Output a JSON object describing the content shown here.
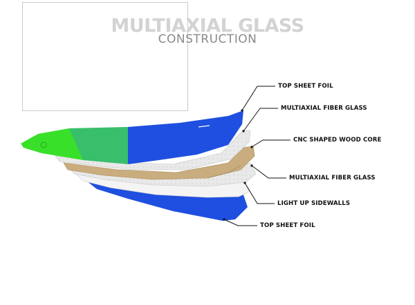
{
  "header": {
    "title": "MULTIAXIAL GLASS",
    "subtitle": "CONSTRUCTION"
  },
  "colors": {
    "top_sheet_blue": "#1f4fe0",
    "top_sheet_green": "#39e02a",
    "fiber_glass": "#e9e9e9",
    "wood_core": "#c9ad7f",
    "sidewall": "#f4f4f4",
    "bottom_blue": "#1f4fe0"
  },
  "layers": [
    {
      "label": "TOP SHEET FOIL"
    },
    {
      "label": "MULTIAXIAL FIBER GLASS"
    },
    {
      "label": "CNC SHAPED WOOD CORE"
    },
    {
      "label": "MULTIAXIAL FIBER GLASS"
    },
    {
      "label": "LIGHT UP SIDEWALLS"
    },
    {
      "label": "TOP SHEET FOIL"
    }
  ]
}
